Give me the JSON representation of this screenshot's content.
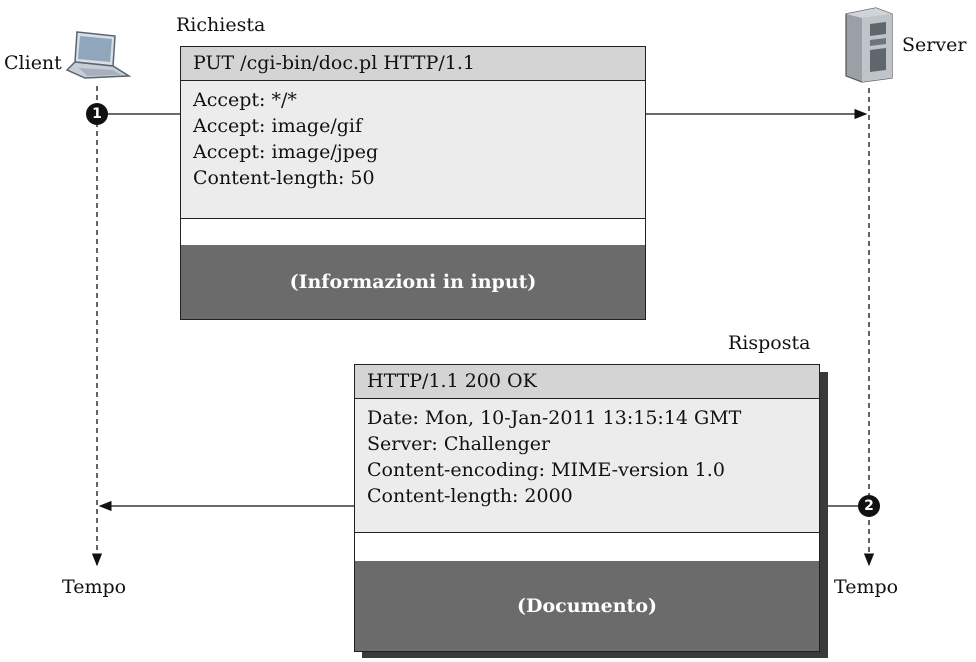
{
  "client": {
    "label": "Client",
    "time_label": "Tempo",
    "step": "1"
  },
  "server": {
    "label": "Server",
    "time_label": "Tempo",
    "step": "2"
  },
  "request": {
    "caption": "Richiesta",
    "request_line": "PUT   /cgi-bin/doc.pl  HTTP/1.1",
    "headers": [
      "Accept: */*",
      "Accept: image/gif",
      "Accept: image/jpeg",
      "Content-length: 50"
    ],
    "body": "(Informazioni in input)"
  },
  "response": {
    "caption": "Risposta",
    "status_line": "HTTP/1.1   200  OK",
    "headers": [
      "Date: Mon, 10-Jan-2011 13:15:14 GMT",
      "Server: Challenger",
      "Content-encoding: MIME-version 1.0",
      "Content-length: 2000"
    ],
    "body": "(Documento)"
  },
  "colors": {
    "box_fill": "#ececec",
    "header_fill": "#d4d4d4",
    "body_fill": "#6b6b6b"
  }
}
